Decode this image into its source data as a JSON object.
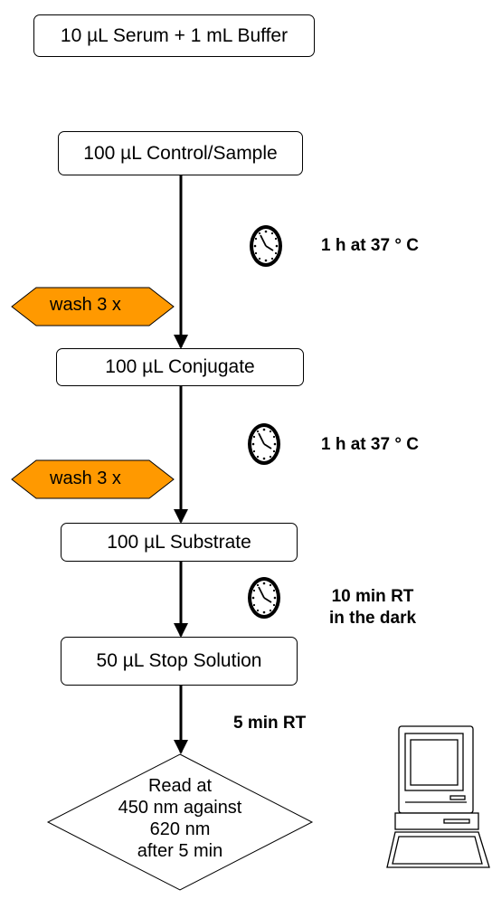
{
  "steps": {
    "serum": "10 µL Serum + 1 mL Buffer",
    "sample": "100 µL Control/Sample",
    "conjugate": "100 µL Conjugate",
    "substrate": "100 µL Substrate",
    "stop": "50 µL Stop Solution"
  },
  "incubations": {
    "first": "1 h at 37 ° C",
    "second": "1 h at 37 ° C",
    "third_line1": "10 min RT",
    "third_line2": "in the dark",
    "fourth": "5 min RT"
  },
  "wash": {
    "first": "wash 3 x",
    "second": "wash 3 x"
  },
  "read": {
    "line1": "Read at",
    "line2": "450 nm against",
    "line3": "620 nm",
    "line4": "after 5 min"
  },
  "colors": {
    "wash_fill": "#ff9900",
    "clock_face": "#ffffff"
  },
  "icons": [
    "clock-icon",
    "computer-icon"
  ]
}
